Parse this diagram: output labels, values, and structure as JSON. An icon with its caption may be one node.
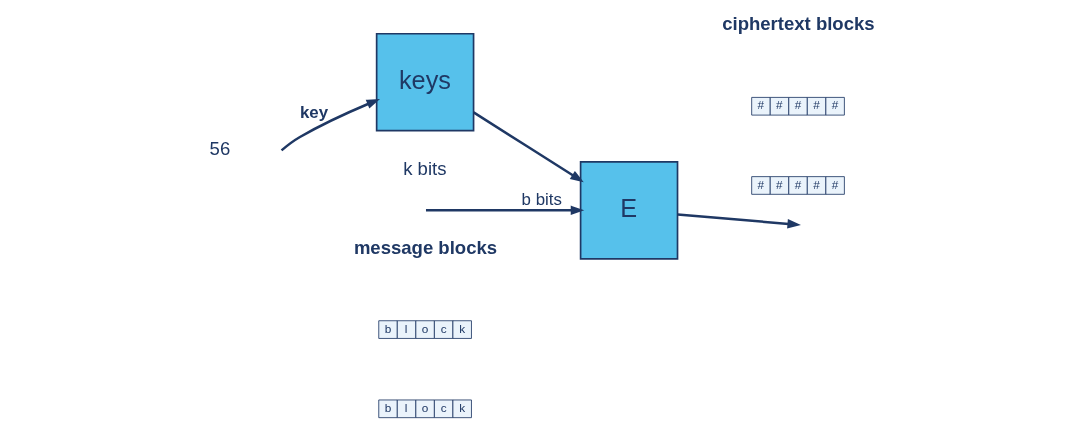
{
  "diagram": {
    "nodes": [
      {
        "text": [
          "b",
          "l",
          "o",
          "c",
          "k"
        ]
      },
      {
        "text": [
          "b",
          "l",
          "o",
          "c",
          "k"
        ]
      },
      {
        "text": [
          "E"
        ]
      },
      {
        "text": [
          "#",
          "#",
          "#",
          "#",
          "#"
        ]
      },
      {
        "text": [
          "#",
          "#",
          "#",
          "#",
          "#"
        ]
      },
      {
        "text": [
          "keys"
        ]
      }
    ],
    "edges": [
      {
        "from": null,
        "to": 2,
        "arrow": "to",
        "label": "b bits"
      },
      {
        "from": 2,
        "to": null,
        "arrow": "to"
      },
      {
        "from": 5,
        "to": 2,
        "arrow": "to"
      },
      {
        "from": null,
        "to": 5,
        "arrow": "to",
        "label": "key"
      }
    ],
    "labels": [
      "message blocks",
      "ciphertext blocks",
      "56",
      "k bits"
    ]
  }
}
